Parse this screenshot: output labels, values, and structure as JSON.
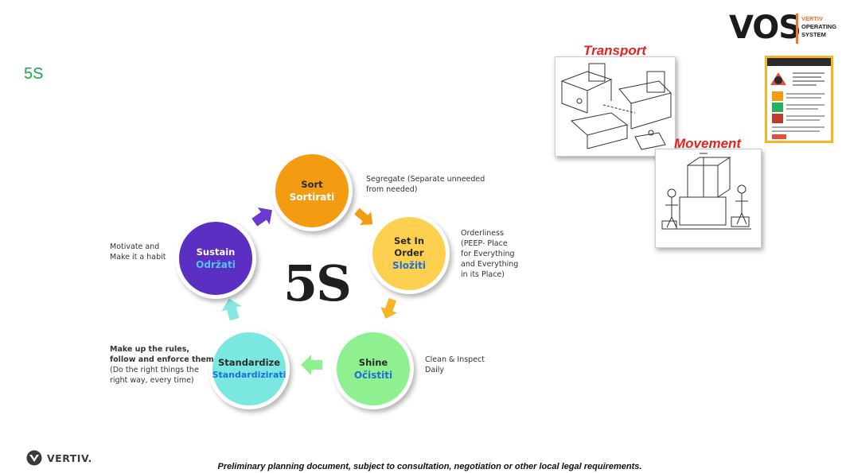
{
  "slide": {
    "title": "5S"
  },
  "logo": {
    "word": "VOS",
    "line1": "VERTIV",
    "line2": "OPERATING",
    "line3": "SYSTEM"
  },
  "center_label": "5S",
  "steps": [
    {
      "en": "Sort",
      "sr": "Sortirati",
      "desc": [
        "Segregate (Separate unneeded",
        "from needed)"
      ],
      "color": "#f39c12",
      "sr_color": "#ffffff"
    },
    {
      "en": "Set In",
      "en2": "Order",
      "sr": "Složiti",
      "desc": [
        "Orderliness",
        "(PEEP- Place",
        "for Everything",
        "and Everything",
        "in its Place)"
      ],
      "color": "#fdd04f",
      "sr_color": "#1e6fd9"
    },
    {
      "en": "Shine",
      "sr": "Očistiti",
      "desc": [
        "Clean & Inspect",
        "Daily"
      ],
      "color": "#8ef08f",
      "sr_color": "#1e6fd9"
    },
    {
      "en": "Standardize",
      "sr": "Standardizirati",
      "desc_bold": [
        "Make up the rules,",
        "follow and enforce them"
      ],
      "desc": [
        "(Do the right things the",
        "right way, every time)"
      ],
      "color": "#7ae8e0",
      "sr_color": "#1e6fd9"
    },
    {
      "en": "Sustain",
      "sr": "Održati",
      "desc": [
        "Motivate and",
        "Make it a habit"
      ],
      "color": "#5b2fc2",
      "sr_color": "#4fc3f7",
      "en_color": "#ffffff"
    }
  ],
  "pictures": [
    {
      "label": "Transport"
    },
    {
      "label": "Movement"
    }
  ],
  "footer": {
    "brand": "VERTIV.",
    "note": "Preliminary planning document, subject to consultation, negotiation or other local legal requirements."
  }
}
